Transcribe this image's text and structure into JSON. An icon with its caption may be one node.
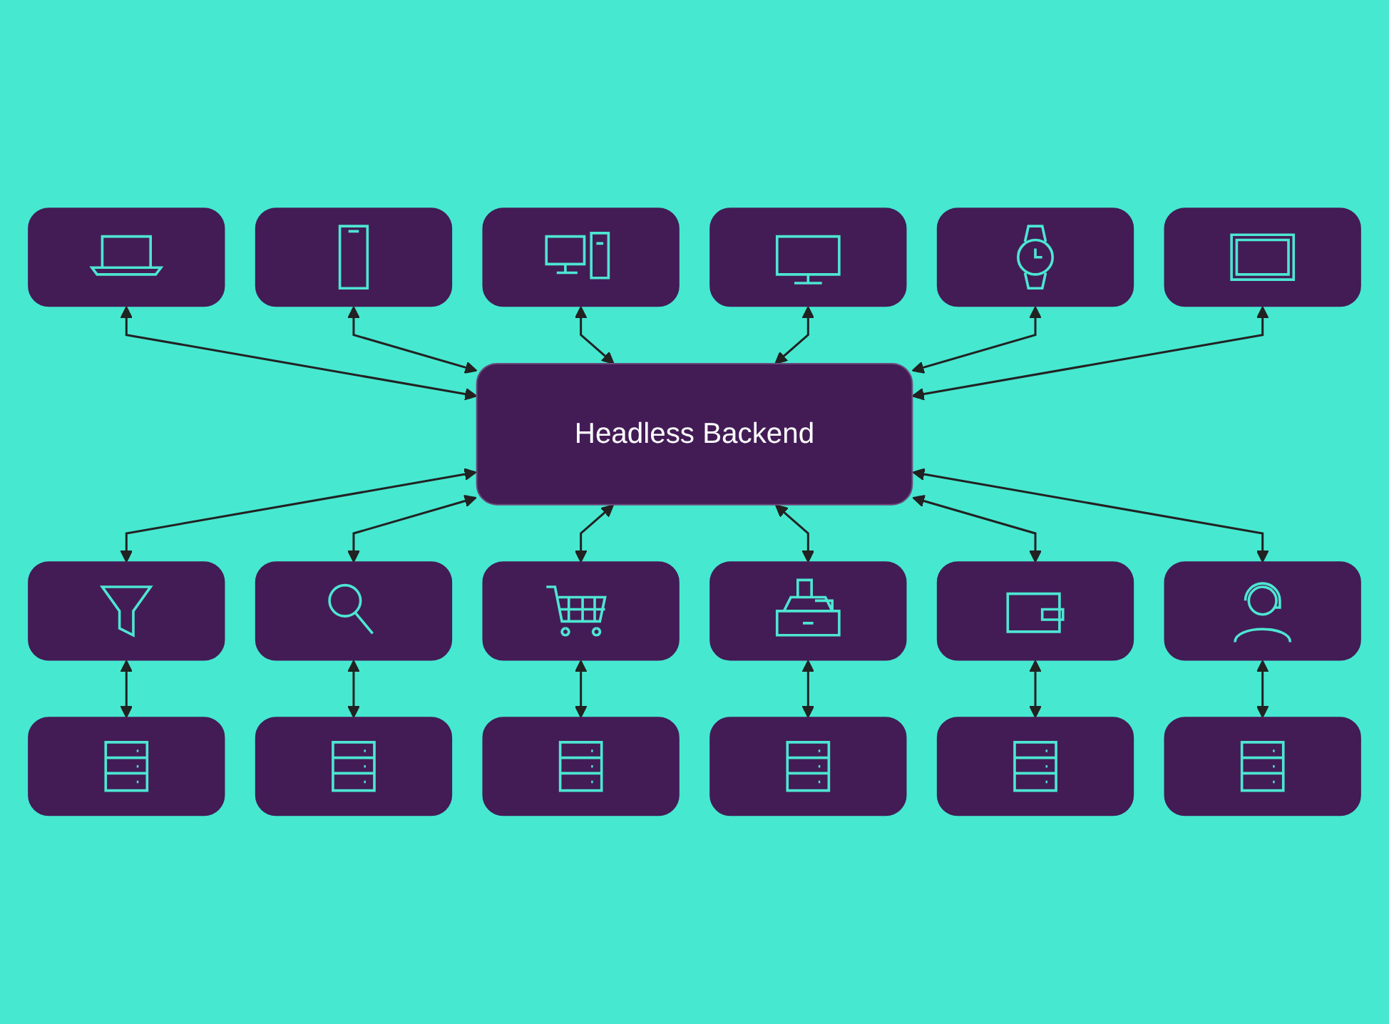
{
  "diagram": {
    "nodes": [
      {
        "text": [],
        "shape": "picture"
      },
      {
        "text": [],
        "shape": "picture"
      },
      {
        "text": [],
        "shape": "picture"
      },
      {
        "text": [],
        "shape": "picture"
      },
      {
        "text": [],
        "shape": "picture"
      },
      {
        "text": [],
        "shape": "picture"
      },
      {
        "text": [
          "Headless Backend"
        ]
      },
      {
        "text": [],
        "shape": "picture"
      },
      {
        "text": [],
        "shape": "picture"
      },
      {
        "text": [],
        "shape": "picture"
      },
      {
        "text": [],
        "shape": "picture"
      },
      {
        "text": [],
        "shape": "picture"
      },
      {
        "text": [],
        "shape": "picture"
      },
      {
        "text": [],
        "shape": "picture"
      },
      {
        "text": [],
        "shape": "picture"
      },
      {
        "text": [],
        "shape": "picture"
      },
      {
        "text": [],
        "shape": "picture"
      },
      {
        "text": [],
        "shape": "picture"
      },
      {
        "text": [],
        "shape": "picture"
      }
    ],
    "edges": [
      {
        "from": 0,
        "to": 6,
        "arrow": "both"
      },
      {
        "from": 1,
        "to": 6,
        "arrow": "both"
      },
      {
        "from": 2,
        "to": 6,
        "arrow": "both"
      },
      {
        "from": 3,
        "to": 6,
        "arrow": "both"
      },
      {
        "from": 4,
        "to": 6,
        "arrow": "both"
      },
      {
        "from": 5,
        "to": 6,
        "arrow": "both"
      },
      {
        "from": 6,
        "to": 7,
        "arrow": "both"
      },
      {
        "from": 6,
        "to": 8,
        "arrow": "both"
      },
      {
        "from": 6,
        "to": 9,
        "arrow": "both"
      },
      {
        "from": 6,
        "to": 10,
        "arrow": "both"
      },
      {
        "from": 6,
        "to": 11,
        "arrow": "both"
      },
      {
        "from": 6,
        "to": 12,
        "arrow": "both"
      },
      {
        "from": 7,
        "to": 13,
        "arrow": "both"
      },
      {
        "from": 8,
        "to": 14,
        "arrow": "both"
      },
      {
        "from": 9,
        "to": 15,
        "arrow": "both"
      },
      {
        "from": 10,
        "to": 16,
        "arrow": "both"
      },
      {
        "from": 11,
        "to": 17,
        "arrow": "both"
      },
      {
        "from": 12,
        "to": 18,
        "arrow": "both"
      }
    ]
  }
}
